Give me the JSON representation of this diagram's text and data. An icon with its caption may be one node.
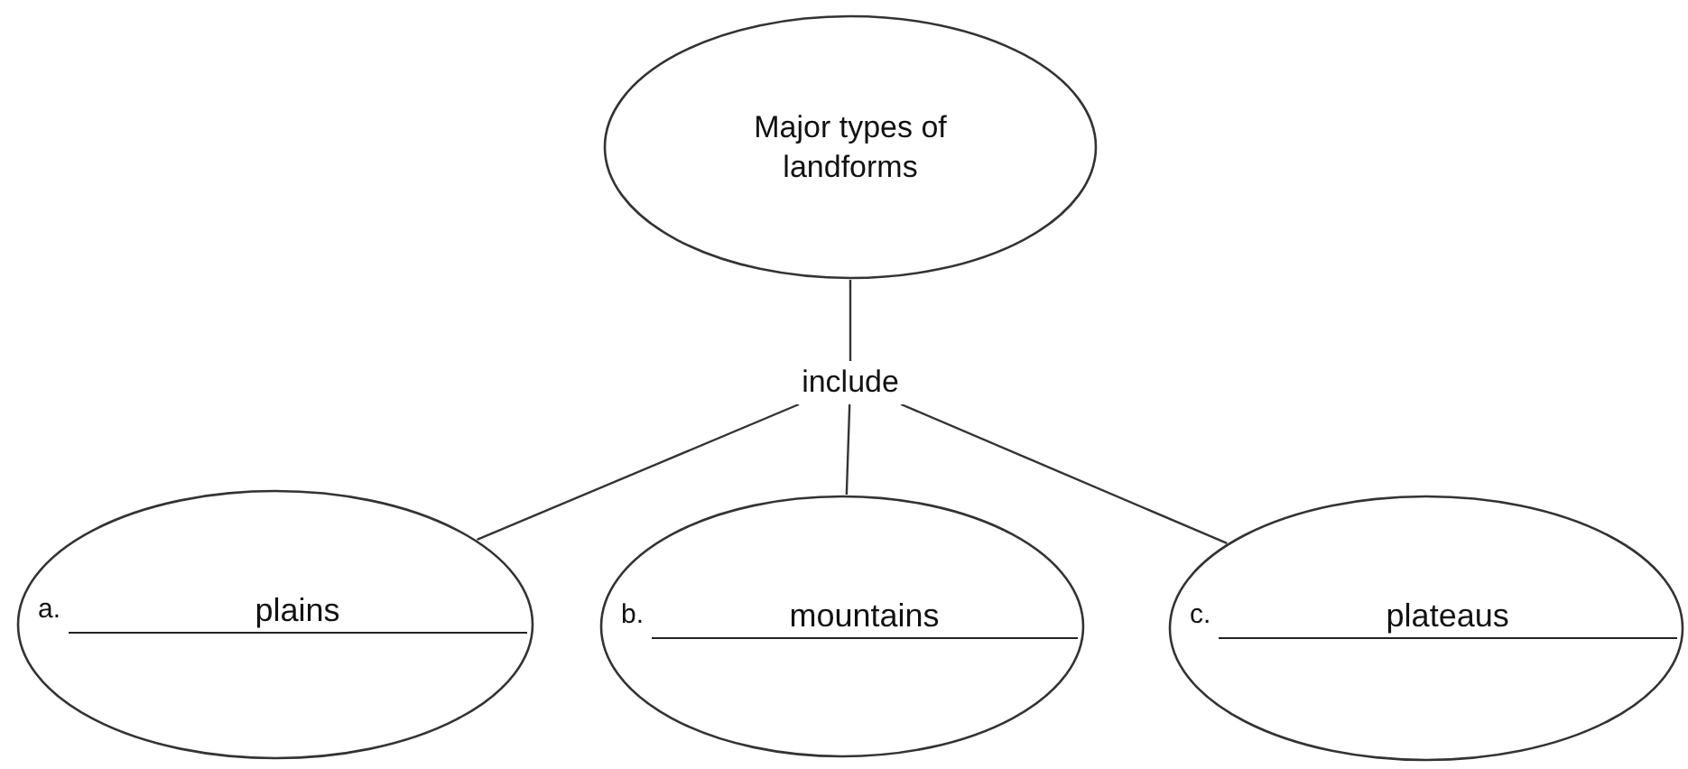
{
  "diagram": {
    "nodes": [
      {
        "text": [
          "Major types of landforms"
        ]
      },
      {
        "text": [
          "include"
        ]
      },
      {
        "text": [
          "a.",
          "plains"
        ]
      },
      {
        "text": [
          "b.",
          "mountains"
        ]
      },
      {
        "text": [
          "c.",
          "plateaus"
        ]
      }
    ],
    "edges": [
      {
        "from": 0,
        "to": 1,
        "arrow": "none"
      },
      {
        "from": 1,
        "to": 2,
        "arrow": "none"
      },
      {
        "from": 1,
        "to": 3,
        "arrow": "none"
      },
      {
        "from": 1,
        "to": 4,
        "arrow": "none"
      }
    ]
  }
}
